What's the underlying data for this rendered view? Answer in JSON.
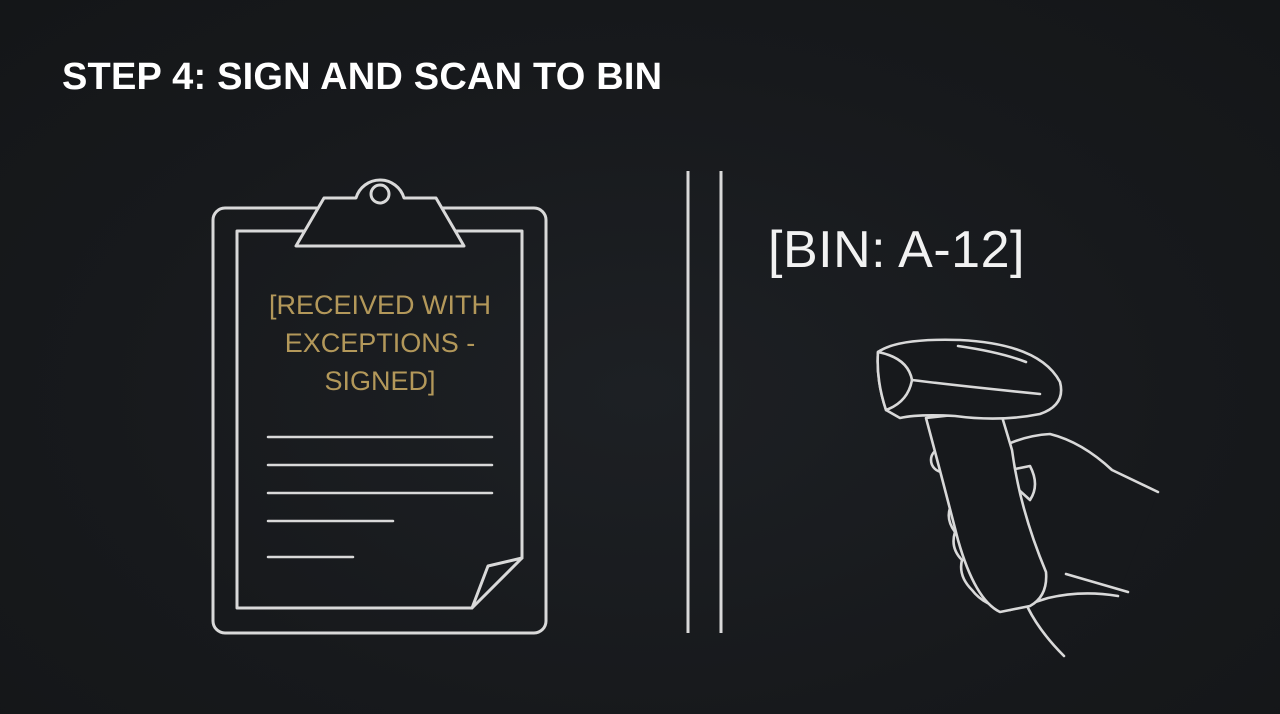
{
  "title": "STEP 4: SIGN AND SCAN TO BIN",
  "document": {
    "status_lines": [
      "[RECEIVED WITH",
      "EXCEPTIONS -",
      "SIGNED]"
    ]
  },
  "bin": {
    "label": "[BIN: A-12]"
  },
  "colors": {
    "background": "#17191c",
    "outline": "#d9d9d9",
    "status_text": "#b3985a",
    "laser": "#ff2a2a"
  },
  "icons": {
    "document": "clipboard-icon",
    "scanner": "barcode-scanner-icon",
    "hand": "hand-icon"
  }
}
